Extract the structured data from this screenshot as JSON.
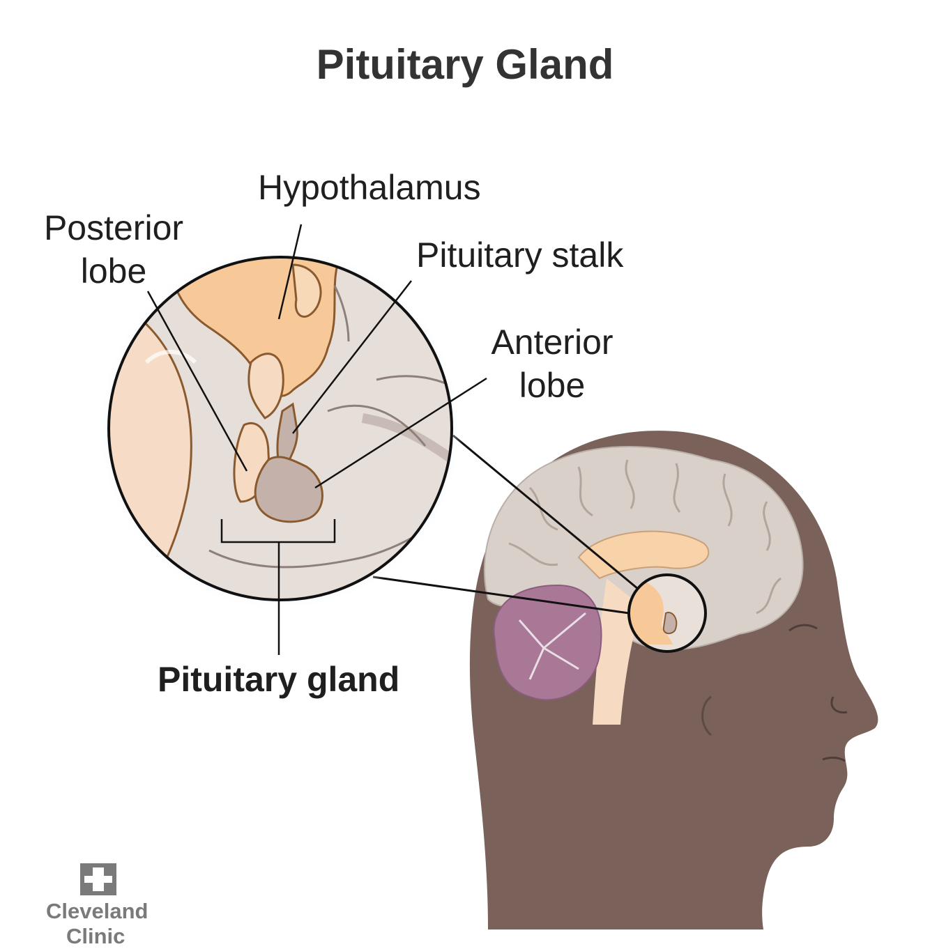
{
  "title": "Pituitary Gland",
  "labels": {
    "hypothalamus": "Hypothalamus",
    "posterior_lobe_line1": "Posterior",
    "posterior_lobe_line2": "lobe",
    "pituitary_stalk": "Pituitary stalk",
    "anterior_lobe_line1": "Anterior",
    "anterior_lobe_line2": "lobe",
    "pituitary_gland": "Pituitary gland"
  },
  "logo": {
    "name": "Cleveland",
    "name_line2": "Clinic",
    "icon": "cleveland-clinic-logo-icon"
  },
  "colors": {
    "title": "#333333",
    "skin": "#7a625b",
    "brain": "#d9d0ca",
    "hypothalamus": "#f8c998",
    "cerebellum": "#a87896",
    "pituitary": "#c4b2aa",
    "outline": "#8a5a2e"
  }
}
